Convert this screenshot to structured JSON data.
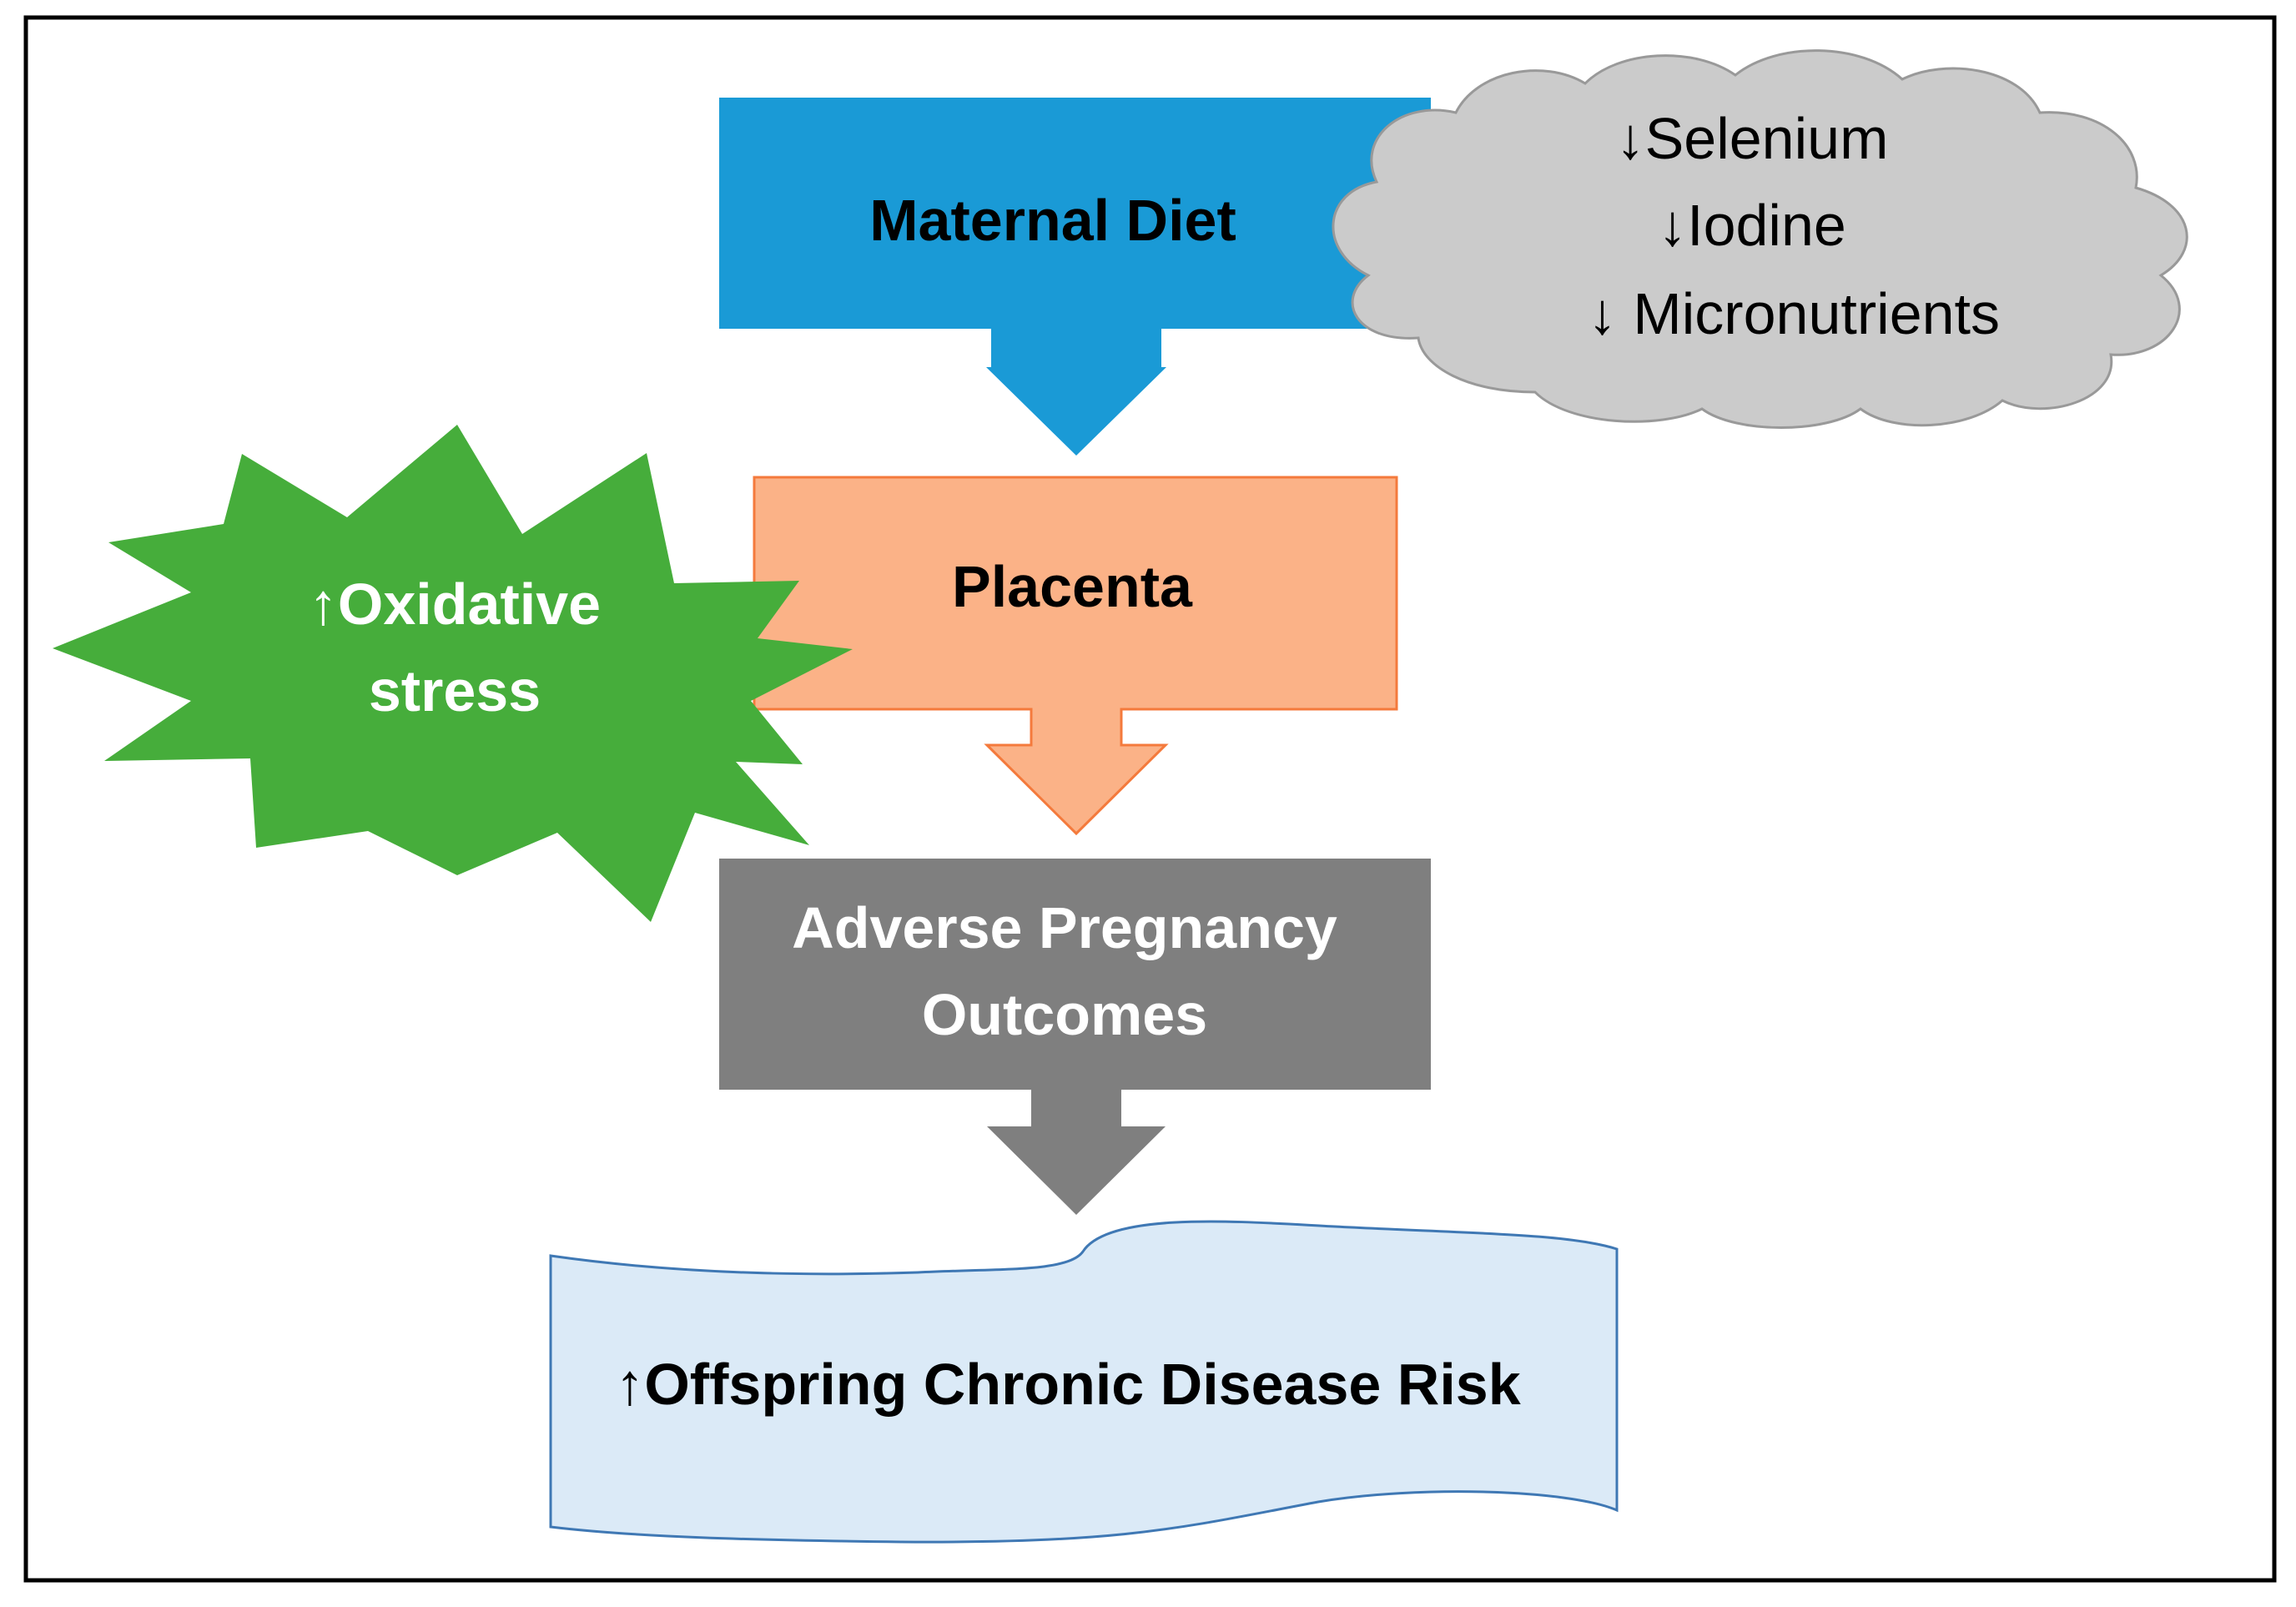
{
  "diagram": {
    "maternal_diet": "Maternal Diet",
    "cloud": {
      "line1": "↓Selenium",
      "line2": "↓Iodine",
      "line3": "↓ Micronutrients"
    },
    "placenta": "Placenta",
    "oxidative": {
      "line1": "↑Oxidative",
      "line2": "stress"
    },
    "adverse": {
      "line1": "Adverse Pregnancy",
      "line2": "Outcomes"
    },
    "offspring": "↑Offspring Chronic Disease Risk"
  },
  "colors": {
    "diet_blue": "#1a9ad6",
    "placenta_orange": "#fbb287",
    "placenta_border": "#f47a3c",
    "oxidative_green": "#46ad3b",
    "adverse_gray": "#7f7f7f",
    "offspring_light_blue": "#dbeaf7",
    "offspring_border": "#3f78b4",
    "cloud_gray": "#cbcbcb",
    "cloud_border": "#999999"
  }
}
